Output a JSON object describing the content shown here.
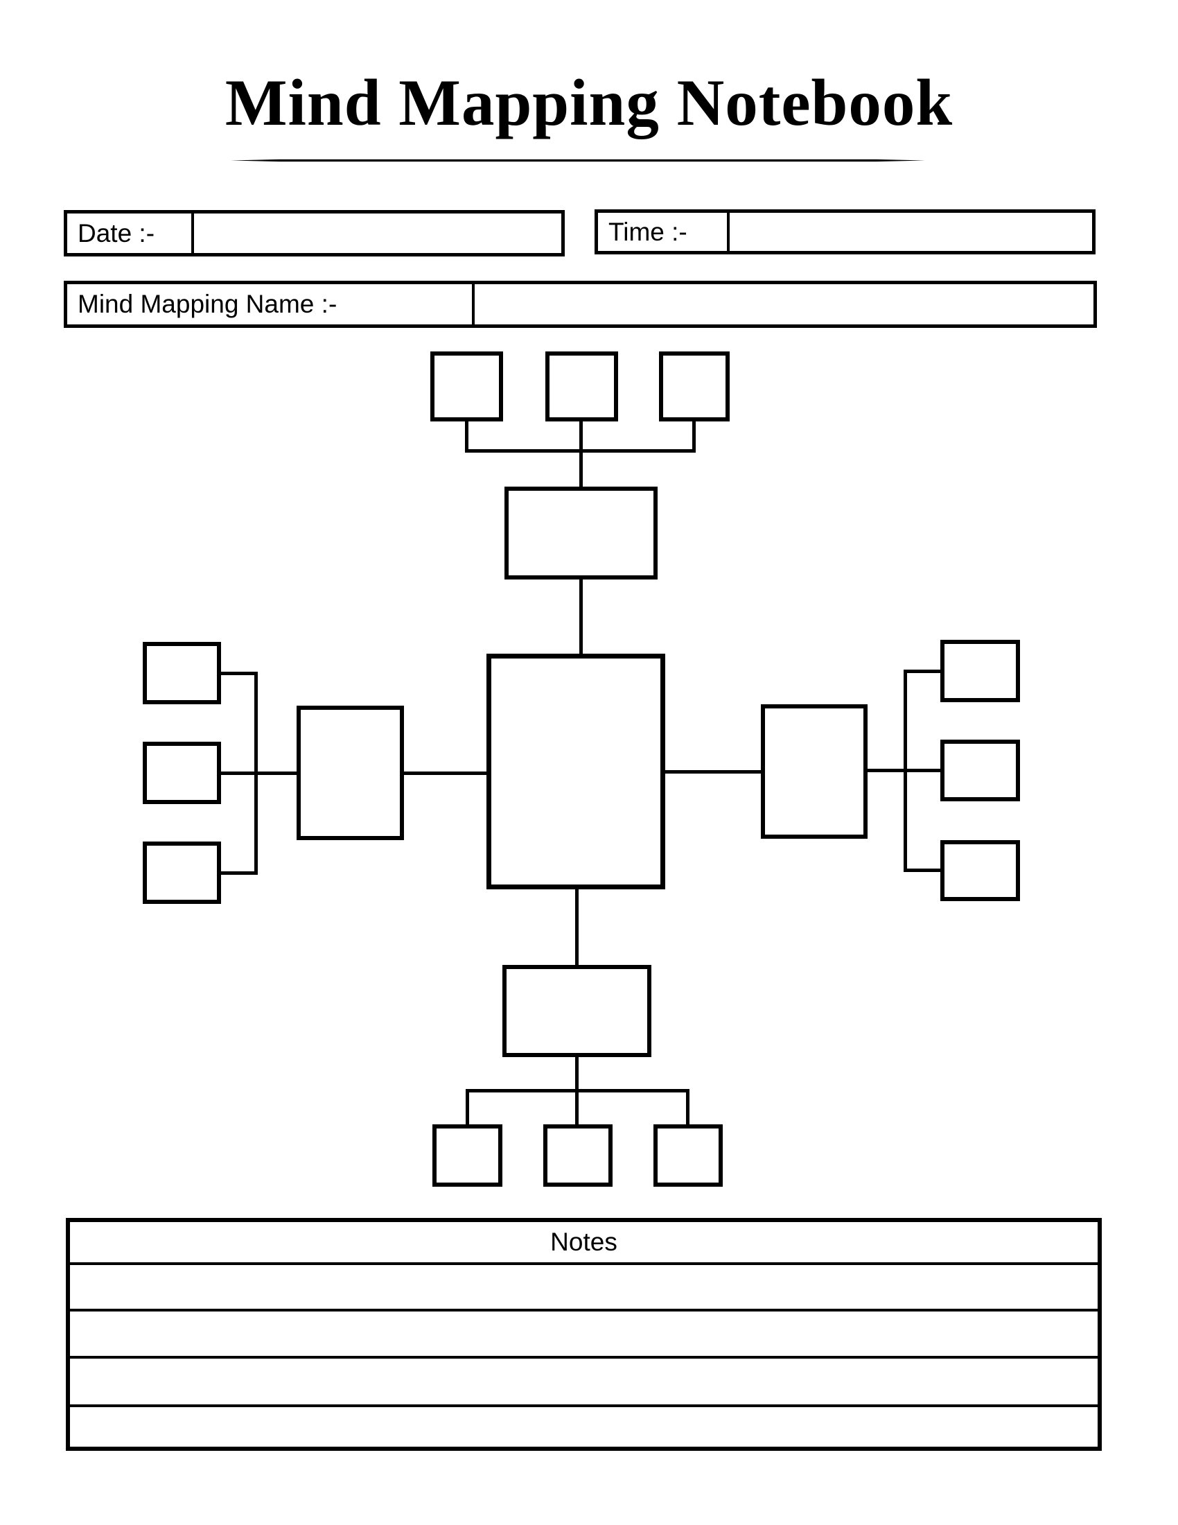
{
  "page": {
    "title": "Mind Mapping Notebook"
  },
  "fields": {
    "date": {
      "label": "Date :-",
      "value": ""
    },
    "time": {
      "label": "Time :-",
      "value": ""
    },
    "mind_mapping_name": {
      "label": "Mind Mapping Name :-",
      "value": ""
    }
  },
  "diagram": {
    "central_topic": {
      "value": ""
    },
    "branches": [
      {
        "id": "top",
        "node_value": "",
        "leaf_values": [
          "",
          "",
          ""
        ]
      },
      {
        "id": "left",
        "node_value": "",
        "leaf_values": [
          "",
          "",
          ""
        ]
      },
      {
        "id": "right",
        "node_value": "",
        "leaf_values": [
          "",
          "",
          ""
        ]
      },
      {
        "id": "bottom",
        "node_value": "",
        "leaf_values": [
          "",
          "",
          ""
        ]
      }
    ]
  },
  "notes": {
    "title": "Notes",
    "ruled_lines": 4,
    "entries": [
      "",
      "",
      "",
      ""
    ]
  },
  "colors": {
    "ink": "#000000",
    "paper": "#ffffff"
  }
}
